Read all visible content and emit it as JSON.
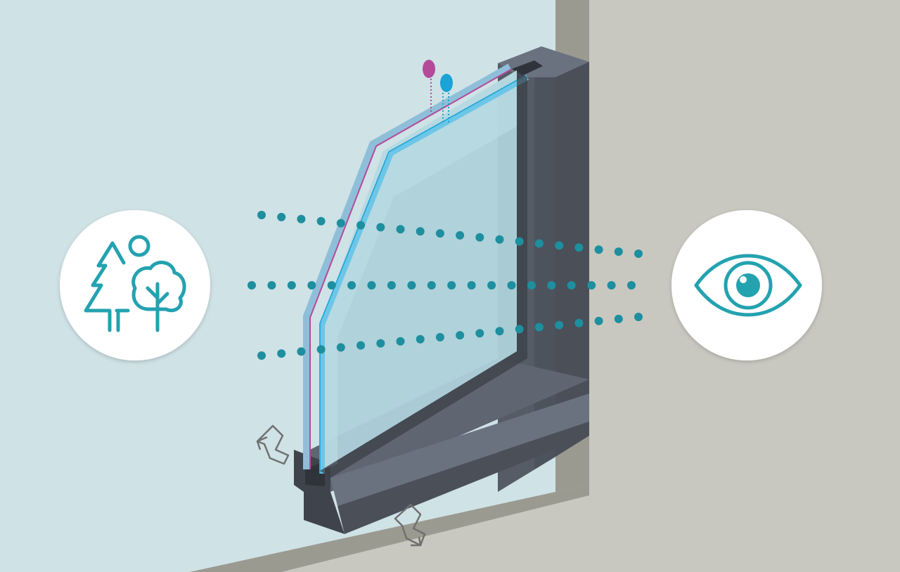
{
  "diagram": {
    "subject": "window-cross-section",
    "left_icon": "nature-trees-sun-icon",
    "right_icon": "eye-icon",
    "coatings": [
      {
        "name": "magenta-coating-marker-icon",
        "color": "#b54a9a"
      },
      {
        "name": "cyan-coating-marker-icon",
        "color": "#1aa3d6"
      }
    ],
    "view_rays": 3,
    "airflow_arrows": 2
  },
  "colors": {
    "outdoor_wall": "#cfe2e6",
    "indoor_wall": "#c9c8c0",
    "corner_dark": "#9b9a91",
    "frame_dark": "#454a53",
    "frame_mid": "#565c66",
    "frame_light": "#6a7280",
    "glass": "#aed1da",
    "pane_outer": "#8fbfd8",
    "pane_inner": "#6cc6e8",
    "dot": "#1e8f9e",
    "icon_teal": "#23a2b0",
    "circle": "#ffffff",
    "arrow": "#707070"
  }
}
